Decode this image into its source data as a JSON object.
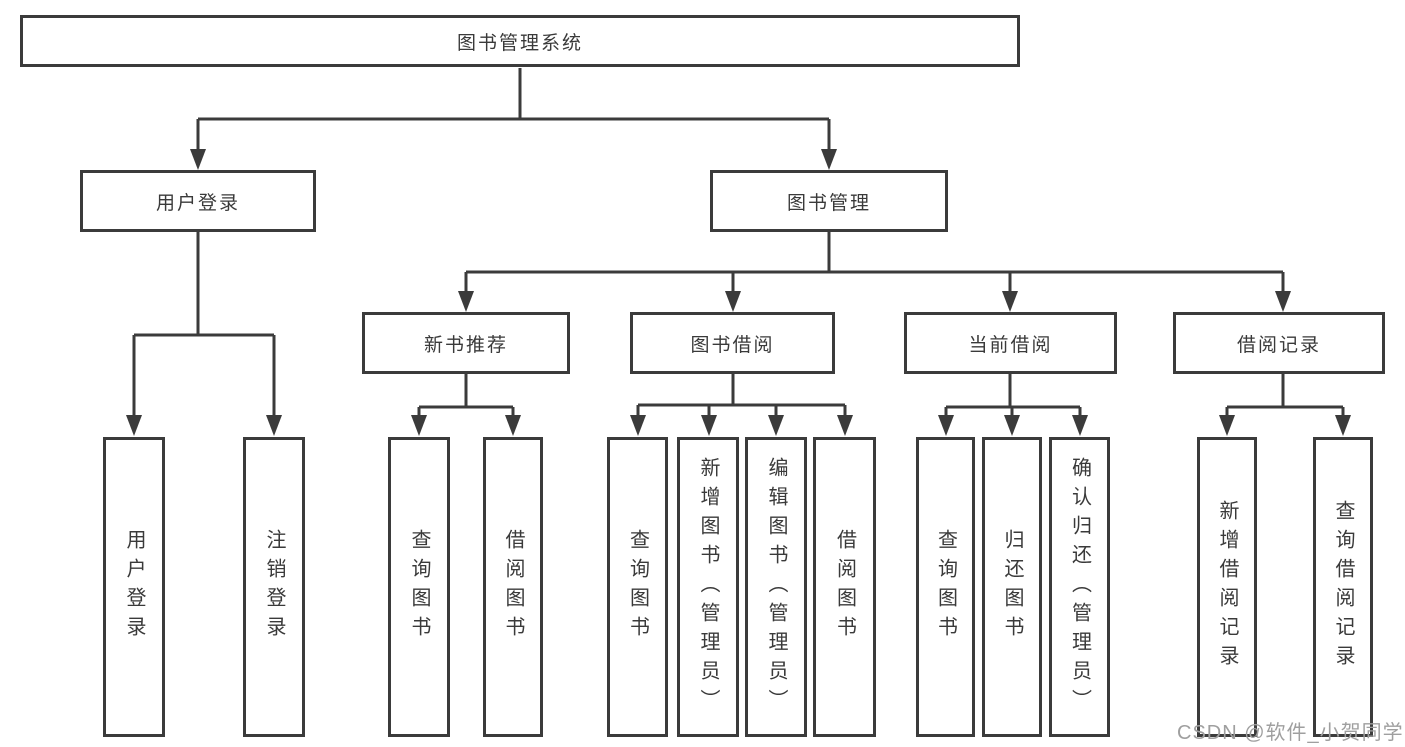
{
  "colors": {
    "line": "#3b3b3b",
    "text": "#3a3a3a",
    "watermark": "#9f9f9f",
    "background": "#ffffff"
  },
  "tree": {
    "root": "图书管理系统",
    "level2": [
      "用户登录",
      "图书管理"
    ],
    "level3": [
      "新书推荐",
      "图书借阅",
      "当前借阅",
      "借阅记录"
    ],
    "leaves": {
      "user_login": [
        "用户登录",
        "注销登录"
      ],
      "new_book": [
        "查询图书",
        "借阅图书"
      ],
      "book_borrow": [
        "查询图书",
        "新增图书（管理员）",
        "编辑图书（管理员）",
        "借阅图书"
      ],
      "current_borrow": [
        "查询图书",
        "归还图书",
        "确认归还（管理员）"
      ],
      "borrow_records": [
        "新增借阅记录",
        "查询借阅记录"
      ]
    }
  },
  "watermark": "CSDN @软件_小贺同学"
}
